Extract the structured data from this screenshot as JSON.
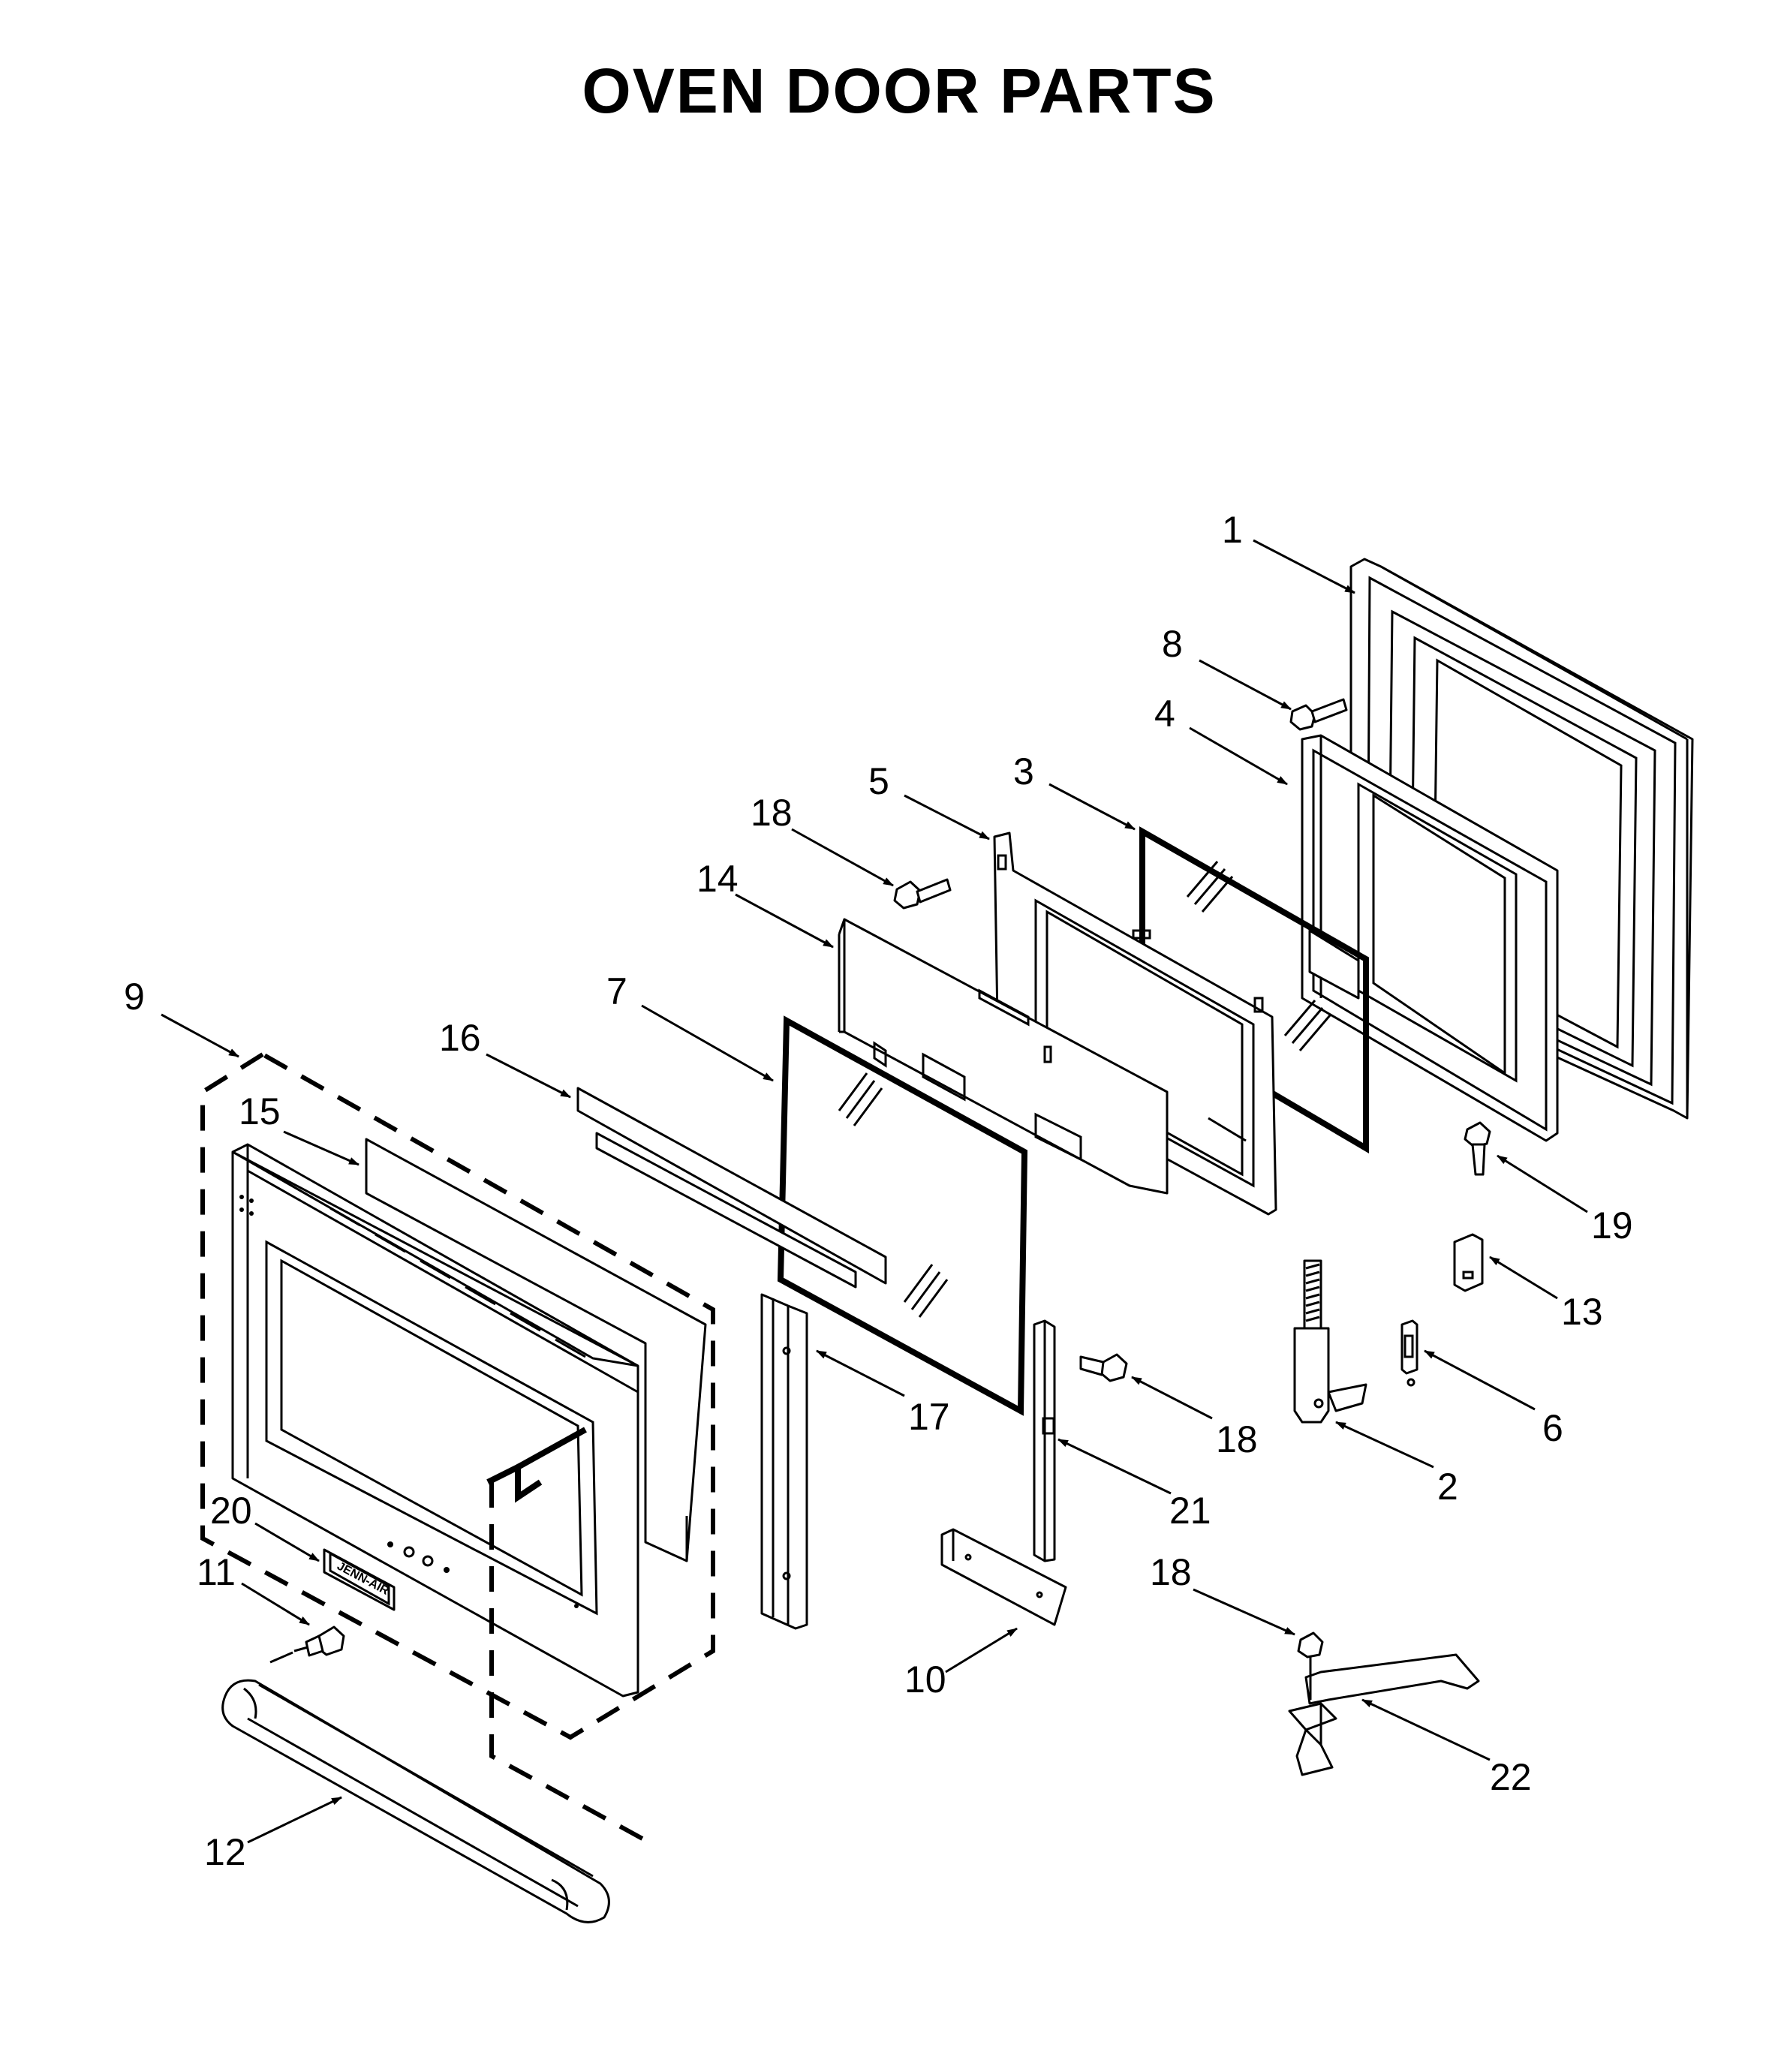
{
  "title": "OVEN DOOR PARTS",
  "callouts": [
    {
      "id": "c1",
      "label": "1"
    },
    {
      "id": "c2",
      "label": "2"
    },
    {
      "id": "c3",
      "label": "3"
    },
    {
      "id": "c4",
      "label": "4"
    },
    {
      "id": "c5",
      "label": "5"
    },
    {
      "id": "c6",
      "label": "6"
    },
    {
      "id": "c7",
      "label": "7"
    },
    {
      "id": "c8",
      "label": "8"
    },
    {
      "id": "c9",
      "label": "9"
    },
    {
      "id": "c10",
      "label": "10"
    },
    {
      "id": "c11",
      "label": "11"
    },
    {
      "id": "c12",
      "label": "12"
    },
    {
      "id": "c13",
      "label": "13"
    },
    {
      "id": "c14",
      "label": "14"
    },
    {
      "id": "c15",
      "label": "15"
    },
    {
      "id": "c16",
      "label": "16"
    },
    {
      "id": "c17",
      "label": "17"
    },
    {
      "id": "c18a",
      "label": "18"
    },
    {
      "id": "c18b",
      "label": "18"
    },
    {
      "id": "c18c",
      "label": "18"
    },
    {
      "id": "c19",
      "label": "19"
    },
    {
      "id": "c20",
      "label": "20"
    },
    {
      "id": "c21",
      "label": "21"
    },
    {
      "id": "c22",
      "label": "22"
    }
  ],
  "logo_text": "JENN-AIR"
}
